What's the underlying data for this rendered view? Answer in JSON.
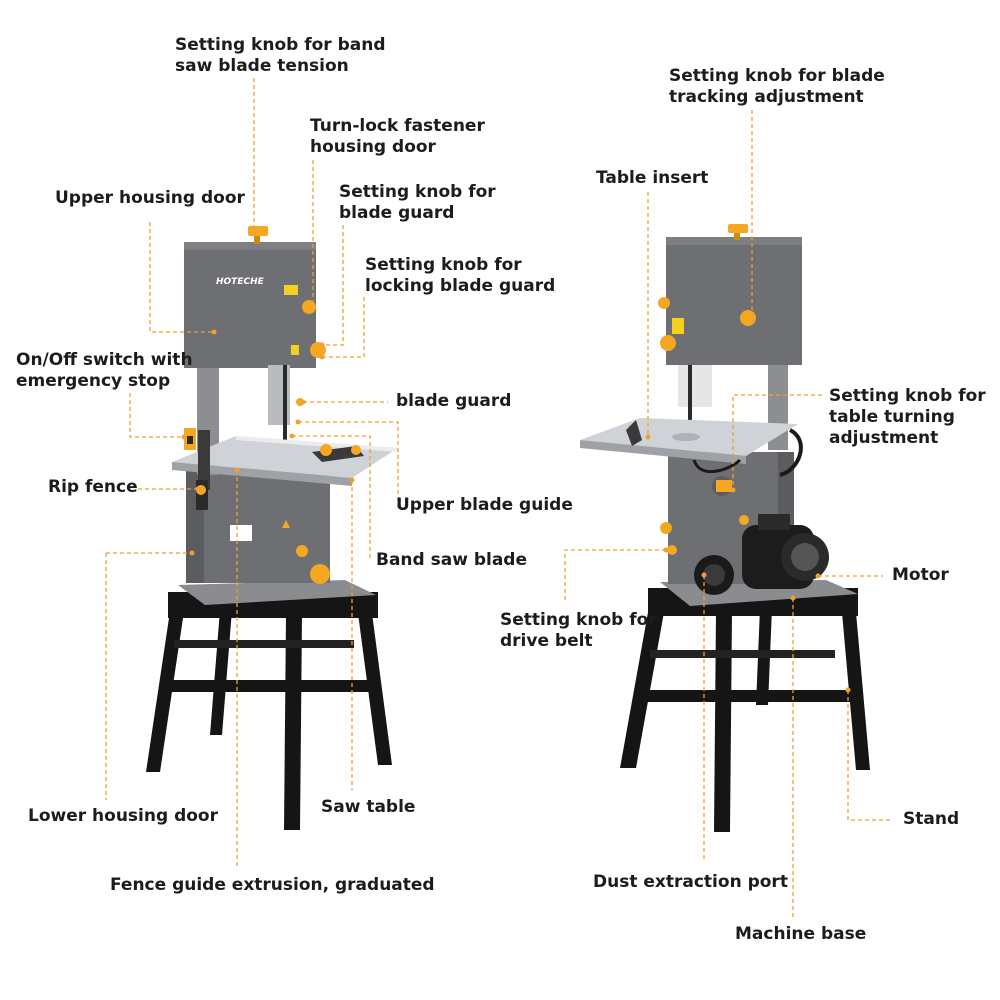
{
  "brand": "HOTECHE",
  "colors": {
    "callout": "#f0a030",
    "body": "#6d6f72",
    "body_dark": "#55575a",
    "knob": "#f5a623",
    "stand": "#151515",
    "table": "#cfd2d6"
  },
  "labels": {
    "blade_tension": [
      "Setting knob for band",
      "saw blade tension"
    ],
    "turn_lock": [
      "Turn-lock fastener",
      "housing door"
    ],
    "upper_housing_door": "Upper housing door",
    "knob_blade_guard": [
      "Setting knob for",
      "blade guard"
    ],
    "knob_locking_blade_guard": [
      "Setting knob for",
      "locking blade guard"
    ],
    "onoff_switch": [
      "On/Off switch with",
      "emergency stop"
    ],
    "blade_guard": "blade guard",
    "rip_fence": "Rip fence",
    "upper_blade_guide": "Upper blade guide",
    "band_saw_blade": "Band saw blade",
    "lower_housing_door": "Lower housing door",
    "saw_table": "Saw table",
    "fence_guide": "Fence guide extrusion, graduated",
    "blade_tracking": [
      "Setting knob for blade",
      "tracking adjustment"
    ],
    "table_insert": "Table insert",
    "table_turning": [
      "Setting knob for",
      "table turning",
      "adjustment"
    ],
    "motor": "Motor",
    "drive_belt": [
      "Setting knob for",
      "drive belt"
    ],
    "stand": "Stand",
    "dust_port": "Dust extraction port",
    "machine_base": "Machine base"
  }
}
